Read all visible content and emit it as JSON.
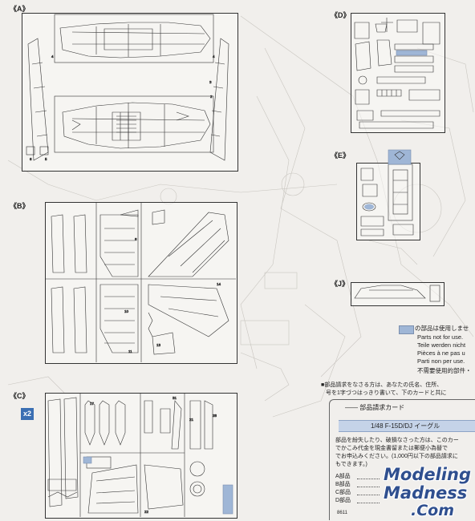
{
  "sections": {
    "a": "《A》",
    "b": "《B》",
    "c": "《C》",
    "d": "《D》",
    "e": "《E》",
    "j": "《J》"
  },
  "multiplier": "x2",
  "legend": {
    "jp": "の部品は使用しませ",
    "en": "Parts not for use.",
    "de": "Teile werden nicht",
    "fr": "Pièces à ne pas u",
    "it": "Parti non per use.",
    "note": "不需要使用的部件・"
  },
  "order": {
    "intro_line1": "■部品請求をなさる方は、あなたの氏名、住所、",
    "intro_line2": "号を1字づつはっきり書いて、下のカードと共に",
    "card_title": "―― 部品請求カード",
    "model": "1/48 F-15D/DJ イーグル",
    "body_line1": "部品を紛失したり、破損なさった方は、このカー",
    "body_line2": "でかこみ代金を現金書留または郵便小為替で",
    "body_line3": "でお申込みください。(1,000円以下の部品請求に",
    "body_line4": "もできます。)",
    "rows": [
      "A部品",
      "B部品",
      "C部品",
      "D部品"
    ],
    "code": "8611"
  },
  "watermark": {
    "line1": "Modeling",
    "line2": "Madness",
    "line3": ".Com"
  },
  "colors": {
    "not_for_use": "#9fb6d6",
    "watermark": "#2f4f8f"
  }
}
